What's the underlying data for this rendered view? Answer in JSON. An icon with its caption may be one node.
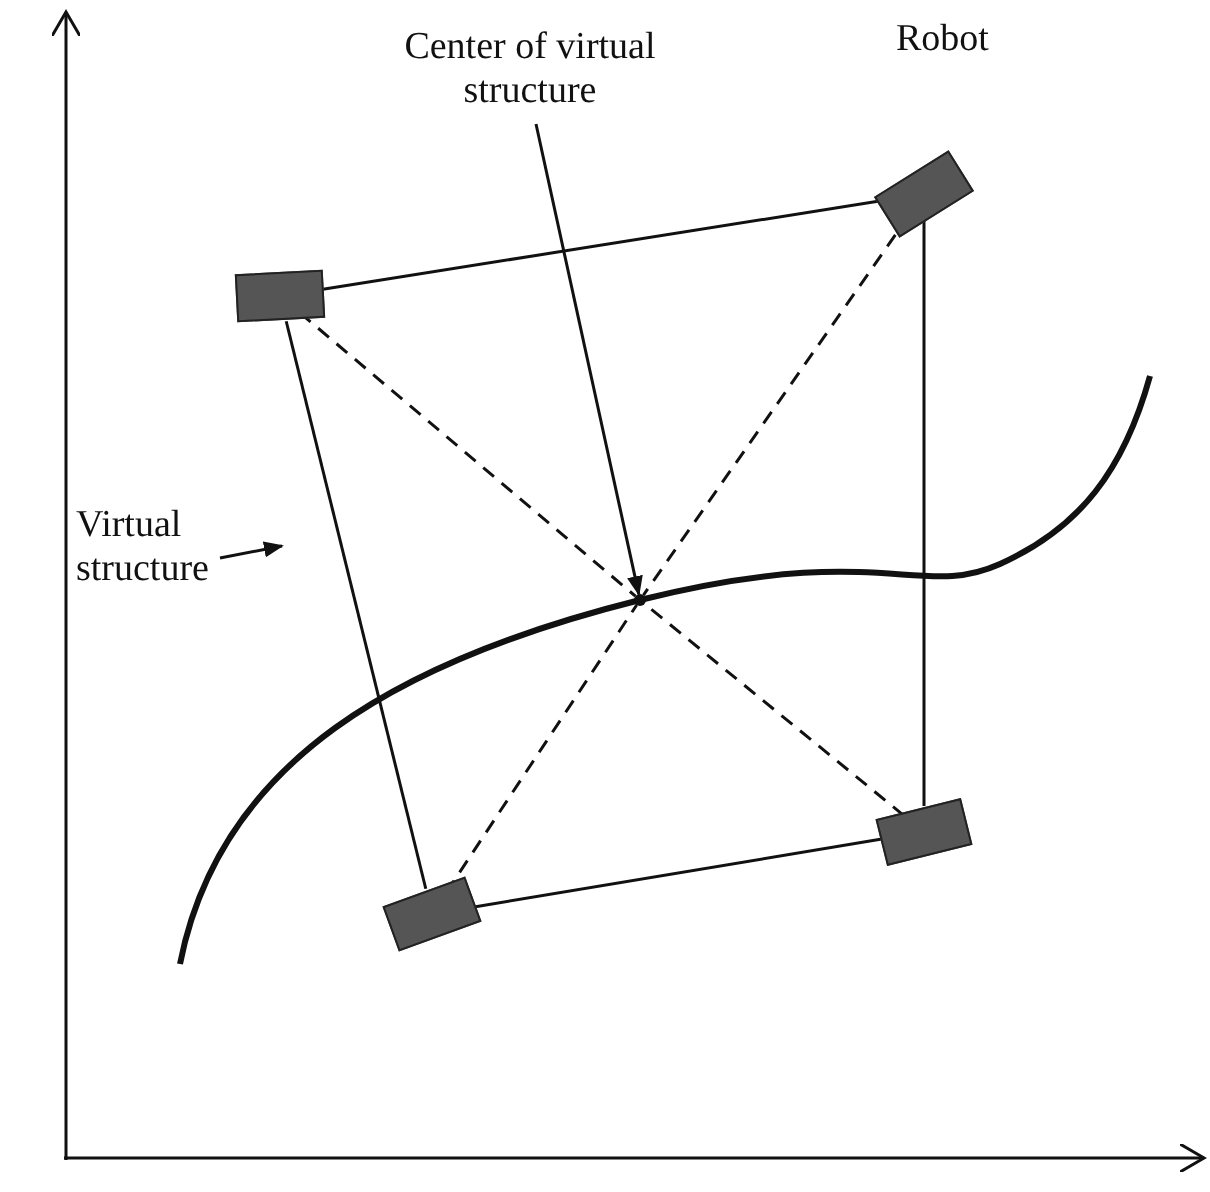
{
  "diagram": {
    "nodes": [
      {
        "text": [
          "Center of virtual structure"
        ]
      },
      {
        "text": [
          "Virtual structure"
        ]
      },
      {
        "text": [],
        "shape": "box"
      },
      {
        "text": [],
        "shape": "box",
        "beside": [
          "Robot"
        ]
      },
      {
        "text": [],
        "shape": "box"
      },
      {
        "text": [],
        "shape": "box"
      },
      {
        "text": [],
        "shape": "circle"
      }
    ],
    "edges": [
      {
        "from": 2,
        "to": 3,
        "arrow": "none"
      },
      {
        "from": 3,
        "to": 5,
        "arrow": "none"
      },
      {
        "from": 5,
        "to": 4,
        "arrow": "none"
      },
      {
        "from": 4,
        "to": 2,
        "arrow": "none"
      },
      {
        "from": 2,
        "to": 6,
        "arrow": "none",
        "style": "dashed"
      },
      {
        "from": 3,
        "to": 6,
        "arrow": "none",
        "style": "dashed"
      },
      {
        "from": 4,
        "to": 6,
        "arrow": "none",
        "style": "dashed"
      },
      {
        "from": 5,
        "to": 6,
        "arrow": "none",
        "style": "dashed"
      },
      {
        "from": 0,
        "to": 6,
        "arrow": "to"
      },
      {
        "from": 1,
        "to": null,
        "arrow": "to"
      }
    ]
  }
}
